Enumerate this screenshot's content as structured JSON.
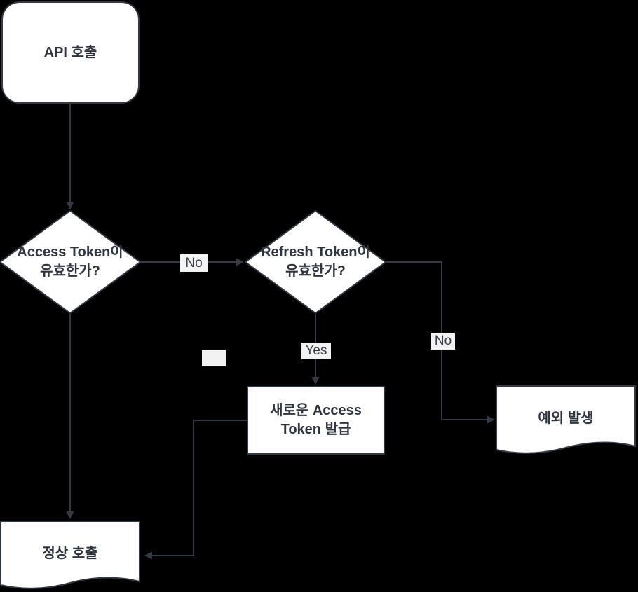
{
  "diagram": {
    "background_color": "#000000",
    "shape_fill_color": "#ffffff",
    "stroke_color": "#333a46",
    "node_text_color": "#2e3440",
    "edge_label_bg_color": "#f2f2f2",
    "edge_label_text_color": "#363d49",
    "nodes": {
      "start": {
        "type": "rounded-rect",
        "label": "API 호출"
      },
      "access_check": {
        "type": "decision",
        "line1": "Access Token이",
        "line2": "유효한가?"
      },
      "refresh_check": {
        "type": "decision",
        "line1": "Refresh Token이",
        "line2": "유효한가?"
      },
      "issue_token": {
        "type": "process",
        "line1": "새로운 Access",
        "line2": "Token 발급"
      },
      "exception": {
        "type": "document",
        "label": "예외 발생"
      },
      "success": {
        "type": "document",
        "label": "정상 호출"
      }
    },
    "edge_labels": {
      "access_no": "No",
      "refresh_yes": "Yes",
      "refresh_no": "No",
      "empty": ""
    },
    "edges": [
      {
        "from": "start",
        "to": "access_check",
        "label": ""
      },
      {
        "from": "access_check",
        "to": "refresh_check",
        "label": "No"
      },
      {
        "from": "access_check",
        "to": "success",
        "label": ""
      },
      {
        "from": "refresh_check",
        "to": "issue_token",
        "label": "Yes"
      },
      {
        "from": "refresh_check",
        "to": "exception",
        "label": "No"
      },
      {
        "from": "issue_token",
        "to": "success",
        "label": ""
      }
    ]
  }
}
